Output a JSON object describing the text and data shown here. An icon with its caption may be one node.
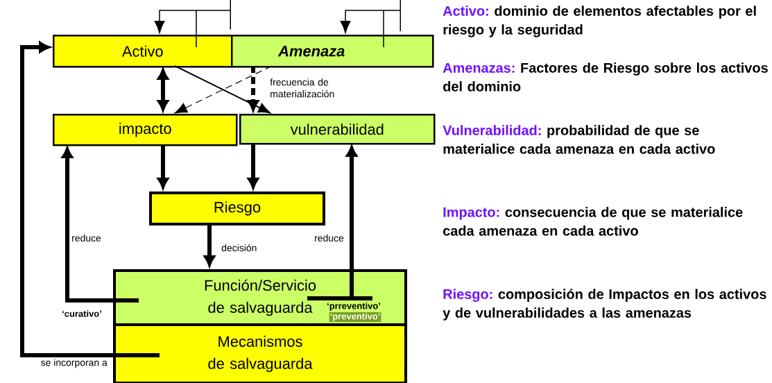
{
  "diagram": {
    "nodes": [
      {
        "text": [
          "Activo"
        ]
      },
      {
        "text": [
          "Amenaza"
        ]
      },
      {
        "text": [
          "impacto"
        ]
      },
      {
        "text": [
          "vulnerabilidad"
        ]
      },
      {
        "text": [
          "Riesgo"
        ]
      },
      {
        "text": [
          "Función/Servicio de salvaguarda"
        ]
      },
      {
        "text": [
          "Mecanismos de salvaguarda"
        ]
      }
    ],
    "edges": [
      {
        "from": 0,
        "to": 0,
        "arrow": "to"
      },
      {
        "from": 1,
        "to": 1,
        "arrow": "to"
      },
      {
        "from": 0,
        "to": 2,
        "arrow": "both"
      },
      {
        "from": 0,
        "to": 3,
        "arrow": "to"
      },
      {
        "from": 1,
        "to": 2,
        "arrow": "to",
        "style": "dashed"
      },
      {
        "from": 1,
        "to": 3,
        "arrow": "to",
        "style": "dashed",
        "label": "frecuencia de materialización"
      },
      {
        "from": 2,
        "to": 4,
        "arrow": "to"
      },
      {
        "from": 3,
        "to": 4,
        "arrow": "to"
      },
      {
        "from": 4,
        "to": 5,
        "arrow": "to",
        "label": "decisión"
      },
      {
        "from": 5,
        "to": 2,
        "arrow": "to",
        "label": "reduce"
      },
      {
        "from": 5,
        "to": 3,
        "arrow": "to",
        "label": "reduce"
      },
      {
        "from": 6,
        "to": 0,
        "arrow": "to",
        "label": "se incorporan a"
      }
    ],
    "labels": [
      "‘curativo’",
      "‘prreventivo’",
      "‘preventivo’",
      "Activo:",
      "dominio de elementos afectables por el riesgo y la seguridad",
      "Amenazas:",
      "Factores de Riesgo sobre los activos del dominio",
      "Vulnerabilidad:",
      "probabilidad de que se materialice cada amenaza en cada activo",
      "Impacto:",
      "consecuencia de que se materialice cada amenaza en cada activo",
      "Riesgo:",
      "composición de Impactos en los activos y de vulnerabilidades a las amenazas"
    ]
  }
}
